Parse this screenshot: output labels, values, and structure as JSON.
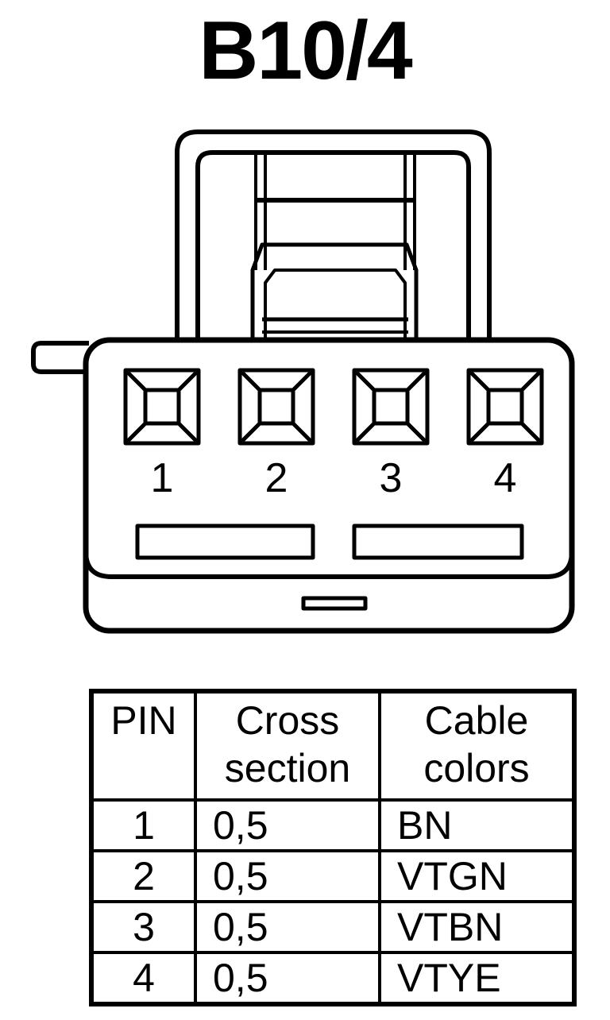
{
  "title": "B10/4",
  "connector": {
    "pins": [
      "1",
      "2",
      "3",
      "4"
    ]
  },
  "table": {
    "headers": {
      "pin": "PIN",
      "cross_section_line1": "Cross",
      "cross_section_line2": "section",
      "cable_colors_line1": "Cable",
      "cable_colors_line2": "colors"
    },
    "rows": [
      {
        "pin": "1",
        "cross_section": "0,5",
        "color": "BN"
      },
      {
        "pin": "2",
        "cross_section": "0,5",
        "color": "VTGN"
      },
      {
        "pin": "3",
        "cross_section": "0,5",
        "color": "VTBN"
      },
      {
        "pin": "4",
        "cross_section": "0,5",
        "color": "VTYE"
      }
    ]
  }
}
